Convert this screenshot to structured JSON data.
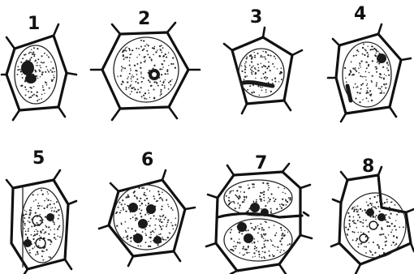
{
  "figure": {
    "panels": [
      {
        "label": "1"
      },
      {
        "label": "2"
      },
      {
        "label": "3"
      },
      {
        "label": "4"
      },
      {
        "label": "5"
      },
      {
        "label": "6"
      },
      {
        "label": "7"
      },
      {
        "label": "8"
      }
    ]
  },
  "colors": {
    "ink": "#111111",
    "background": "#ffffff"
  }
}
